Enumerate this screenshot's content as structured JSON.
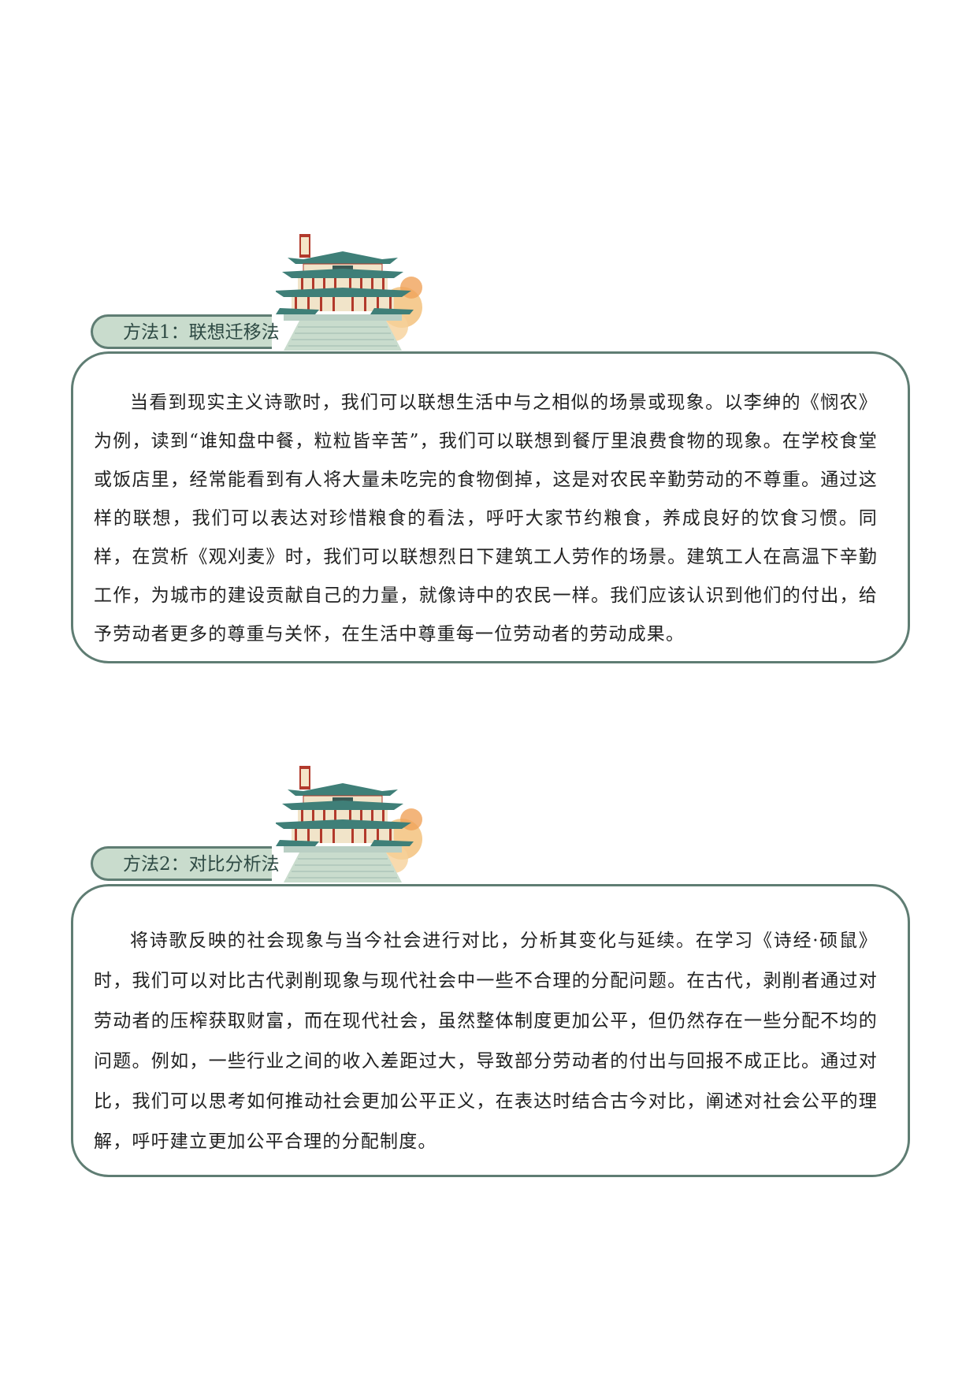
{
  "sections": [
    {
      "title": "方法1：联想迁移法",
      "body": "当看到现实主义诗歌时，我们可以联想生活中与之相似的场景或现象。以李绅的《悯农》为例，读到“谁知盘中餐，粒粒皆辛苦”，我们可以联想到餐厅里浪费食物的现象。在学校食堂或饭店里，经常能看到有人将大量未吃完的食物倒掉，这是对农民辛勤劳动的不尊重。通过这样的联想，我们可以表达对珍惜粮食的看法，呼吁大家节约粮食，养成良好的饮食习惯。同样，在赏析《观刈麦》时，我们可以联想烈日下建筑工人劳作的场景。建筑工人在高温下辛勤工作，为城市的建设贡献自己的力量，就像诗中的农民一样。我们应该认识到他们的付出，给予劳动者更多的尊重与关怀，在生活中尊重每一位劳动者的劳动成果。"
    },
    {
      "title": "方法2：对比分析法",
      "body": "将诗歌反映的社会现象与当今社会进行对比，分析其变化与延续。在学习《诗经·硕鼠》时，我们可以对比古代剥削现象与现代社会中一些不合理的分配问题。在古代，剥削者通过对劳动者的压榨获取财富，而在现代社会，虽然整体制度更加公平，但仍然存在一些分配不均的问题。例如，一些行业之间的收入差距过大，导致部分劳动者的付出与回报不成正比。通过对比，我们可以思考如何推动社会更加公平正义，在表达时结合古今对比，阐述对社会公平的理解，呼吁建立更加公平合理的分配制度。"
    }
  ],
  "colors": {
    "frame": "#5f7d73",
    "tab_fill": "#c9dccd",
    "tab_text": "#2e4a44",
    "roof": "#3f7f78",
    "pillar": "#b23a2c",
    "autumn": "#f0b36a"
  },
  "icons": [
    "pavilion-icon"
  ]
}
